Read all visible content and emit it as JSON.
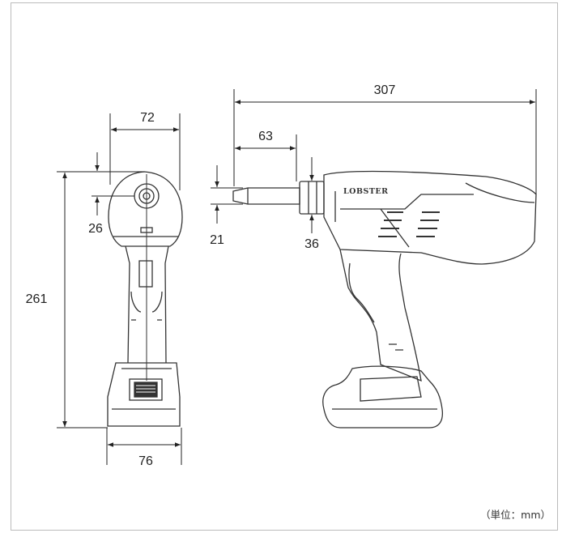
{
  "dimensions": {
    "front_width_top": "72",
    "front_head_offset": "26",
    "front_height": "261",
    "front_width_bottom": "76",
    "side_length": "307",
    "side_nose_length": "63",
    "side_nose_diameter": "21",
    "side_collar_diameter": "36"
  },
  "logo": "LOBSTER",
  "unit_label": "（単位：mm）",
  "colors": {
    "line": "#333333",
    "dim": "#222222",
    "frame": "#bbbbbb"
  }
}
